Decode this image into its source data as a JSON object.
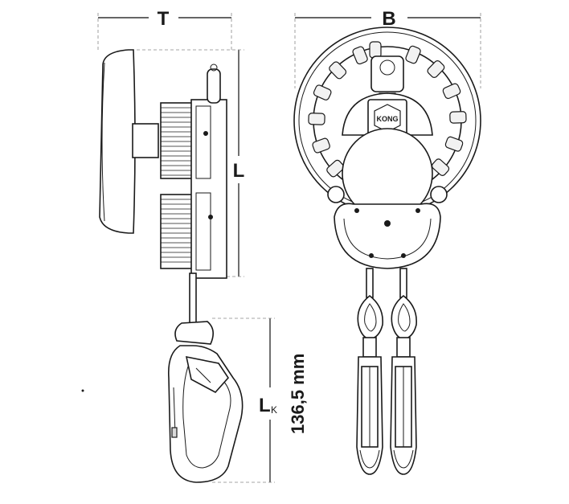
{
  "labels": {
    "t": "T",
    "b": "B",
    "l": "L",
    "lk_main": "L",
    "lk_sub": "K",
    "measure": "136,5 mm",
    "badge": "KONG"
  },
  "colors": {
    "line": "#1a1a1a",
    "dimension": "#333333",
    "guide": "#888888",
    "fill_light": "#ffffff",
    "fill_grey": "#d9d9d9"
  }
}
